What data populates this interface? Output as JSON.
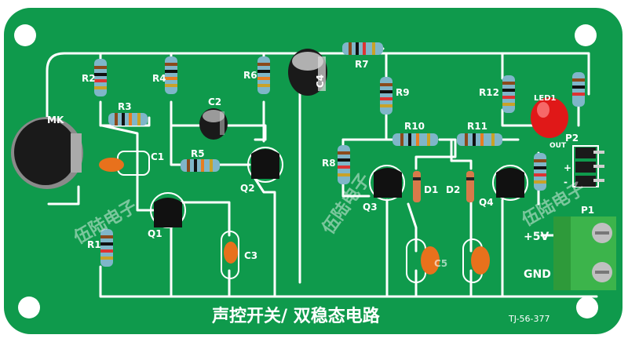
{
  "board": {
    "title": "声控开关/ 双稳态电路",
    "model": "TJ-56-377",
    "watermark": "伍陆电子",
    "power_label": "+5V",
    "ground_label": "GND",
    "colors": {
      "pcb": "#0f9a4c",
      "trace": "#ffffff",
      "resistor_body": "#7fb6c9",
      "led": "#e01818",
      "terminal": "#3cb44b"
    }
  },
  "components": {
    "mic": "MK",
    "r1": "R1",
    "r2": "R2",
    "r3": "R3",
    "r4": "R4",
    "r5": "R5",
    "r6": "R6",
    "r7": "R7",
    "r8": "R8",
    "r9": "R9",
    "r10": "R10",
    "r11": "R11",
    "r12": "R12",
    "c1": "C1",
    "c2": "C2",
    "c3": "C3",
    "c4": "C4",
    "c5": "C5",
    "q1": "Q1",
    "q2": "Q2",
    "q3": "Q3",
    "q4": "Q4",
    "d1": "D1",
    "d2": "D2",
    "led": "LED1",
    "p1": "P1",
    "p2": "P2",
    "p2_out": "OUT",
    "p2_plus": "+",
    "p2_minus": "-"
  }
}
